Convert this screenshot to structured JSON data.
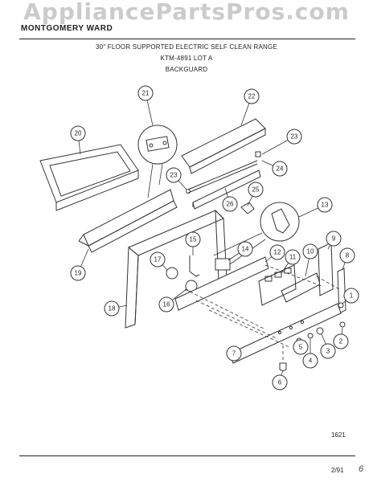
{
  "header": {
    "watermark": "AppliancePartsPros.com",
    "brand": "MONTGOMERY WARD",
    "title": "30\" FLOOR SUPPORTED ELECTRIC SELF CLEAN RANGE",
    "model": "KTM-4891 LOT A",
    "section": "BACKGUARD"
  },
  "footer": {
    "drawing_code": "1621",
    "date_code": "2/91",
    "hand_mark": "6"
  },
  "callouts": [
    "1",
    "2",
    "3",
    "4",
    "5",
    "6",
    "7",
    "8",
    "9",
    "10",
    "11",
    "12",
    "13",
    "14",
    "15",
    "16",
    "17",
    "18",
    "19",
    "20",
    "21",
    "22",
    "23",
    "23",
    "24",
    "25",
    "26"
  ]
}
